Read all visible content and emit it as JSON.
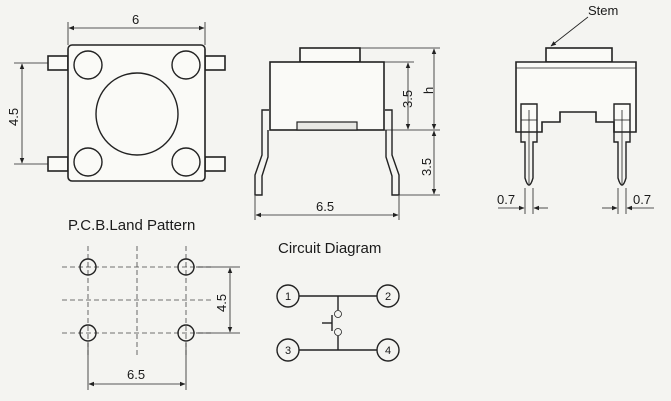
{
  "top_view": {
    "width_label": "6",
    "height_label": "4.5"
  },
  "side_view": {
    "h_label": "h",
    "upper_label": "3.5",
    "lower_label": "3.5",
    "width_label": "6.5"
  },
  "end_view": {
    "stem_label": "Stem",
    "left_pin_label": "0.7",
    "right_pin_label": "0.7"
  },
  "land_pattern": {
    "title": "P.C.B.Land Pattern",
    "height_label": "4.5",
    "width_label": "6.5"
  },
  "circuit": {
    "title": "Circuit Diagram",
    "pins": [
      "1",
      "2",
      "3",
      "4"
    ]
  }
}
